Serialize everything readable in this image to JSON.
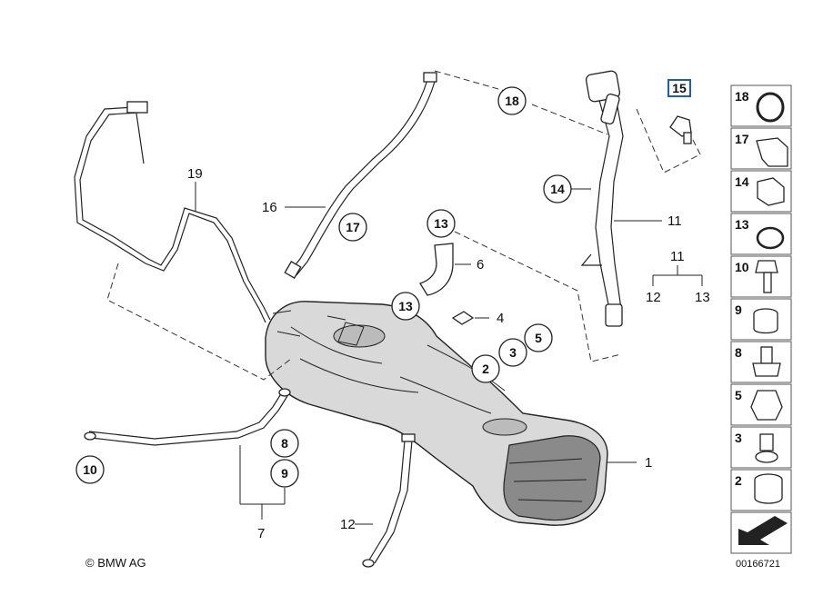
{
  "diagram": {
    "copyright": "© BMW AG",
    "drawing_number": "00166721",
    "part_labels": [
      "1",
      "4",
      "6",
      "7",
      "11",
      "12",
      "16",
      "19"
    ],
    "callouts": [
      "2",
      "3",
      "5",
      "8",
      "9",
      "10",
      "13",
      "13",
      "14",
      "17",
      "18"
    ],
    "highlighted_callout": "15",
    "exploded_group": {
      "parent": "11",
      "children": [
        "12",
        "13"
      ]
    },
    "legend_items": [
      "18",
      "17",
      "14",
      "13",
      "10",
      "9",
      "8",
      "5",
      "3",
      "2"
    ],
    "accent_color": "#1a5fb4"
  }
}
